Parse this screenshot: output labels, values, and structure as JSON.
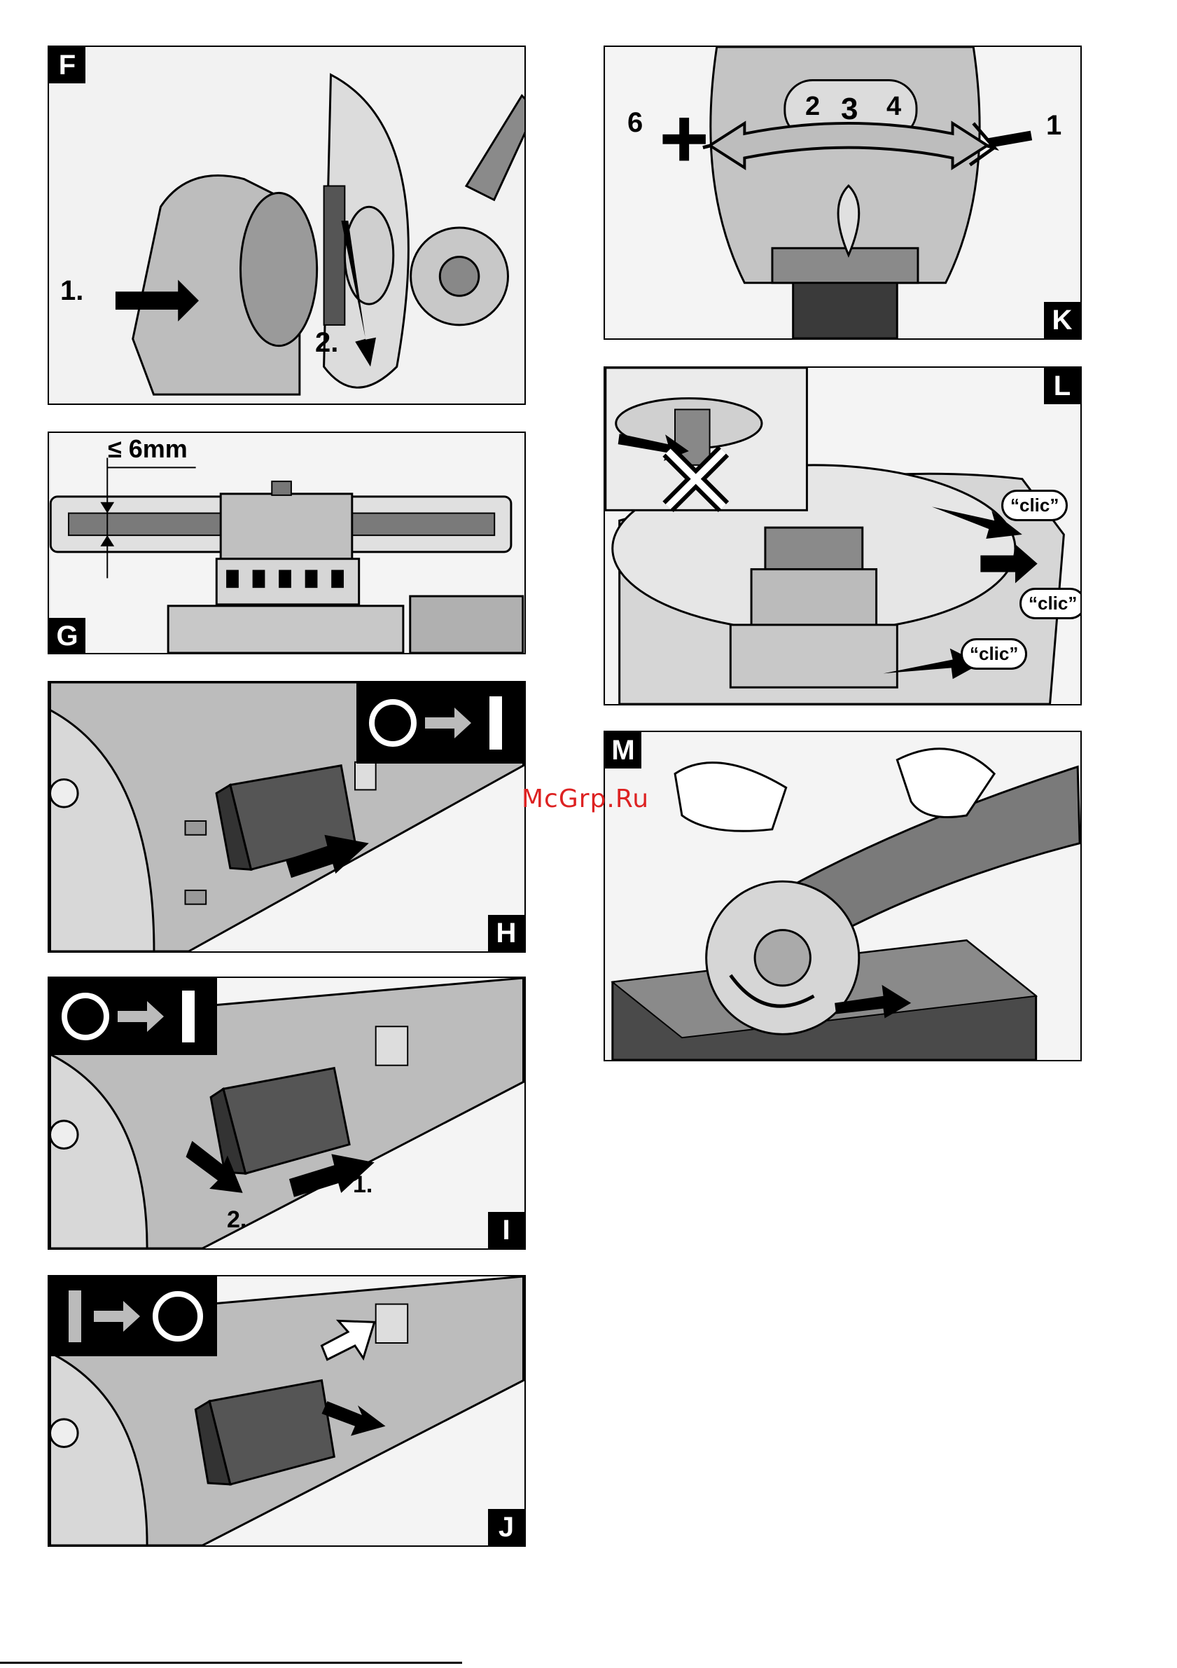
{
  "watermark": "McGrp.Ru",
  "figures": {
    "F": {
      "label": "F",
      "step1": "1.",
      "step2": "2."
    },
    "G": {
      "label": "G",
      "dimension": "≤ 6mm"
    },
    "H": {
      "label": "H"
    },
    "I": {
      "label": "I",
      "step1": "1.",
      "step2": "2."
    },
    "J": {
      "label": "J"
    },
    "K": {
      "label": "K",
      "max_value": "6",
      "min_value": "1",
      "plus": "+",
      "minus": "−",
      "dial": [
        "2",
        "3",
        "4"
      ]
    },
    "L": {
      "label": "L",
      "clic": [
        "“clic”",
        "“clic”",
        "“clic”"
      ]
    },
    "M": {
      "label": "M"
    }
  },
  "colors": {
    "line": "#000000",
    "light_gray": "#e8e8e8",
    "mid_gray": "#b8b8b8",
    "dark_gray": "#3a3a3a"
  }
}
